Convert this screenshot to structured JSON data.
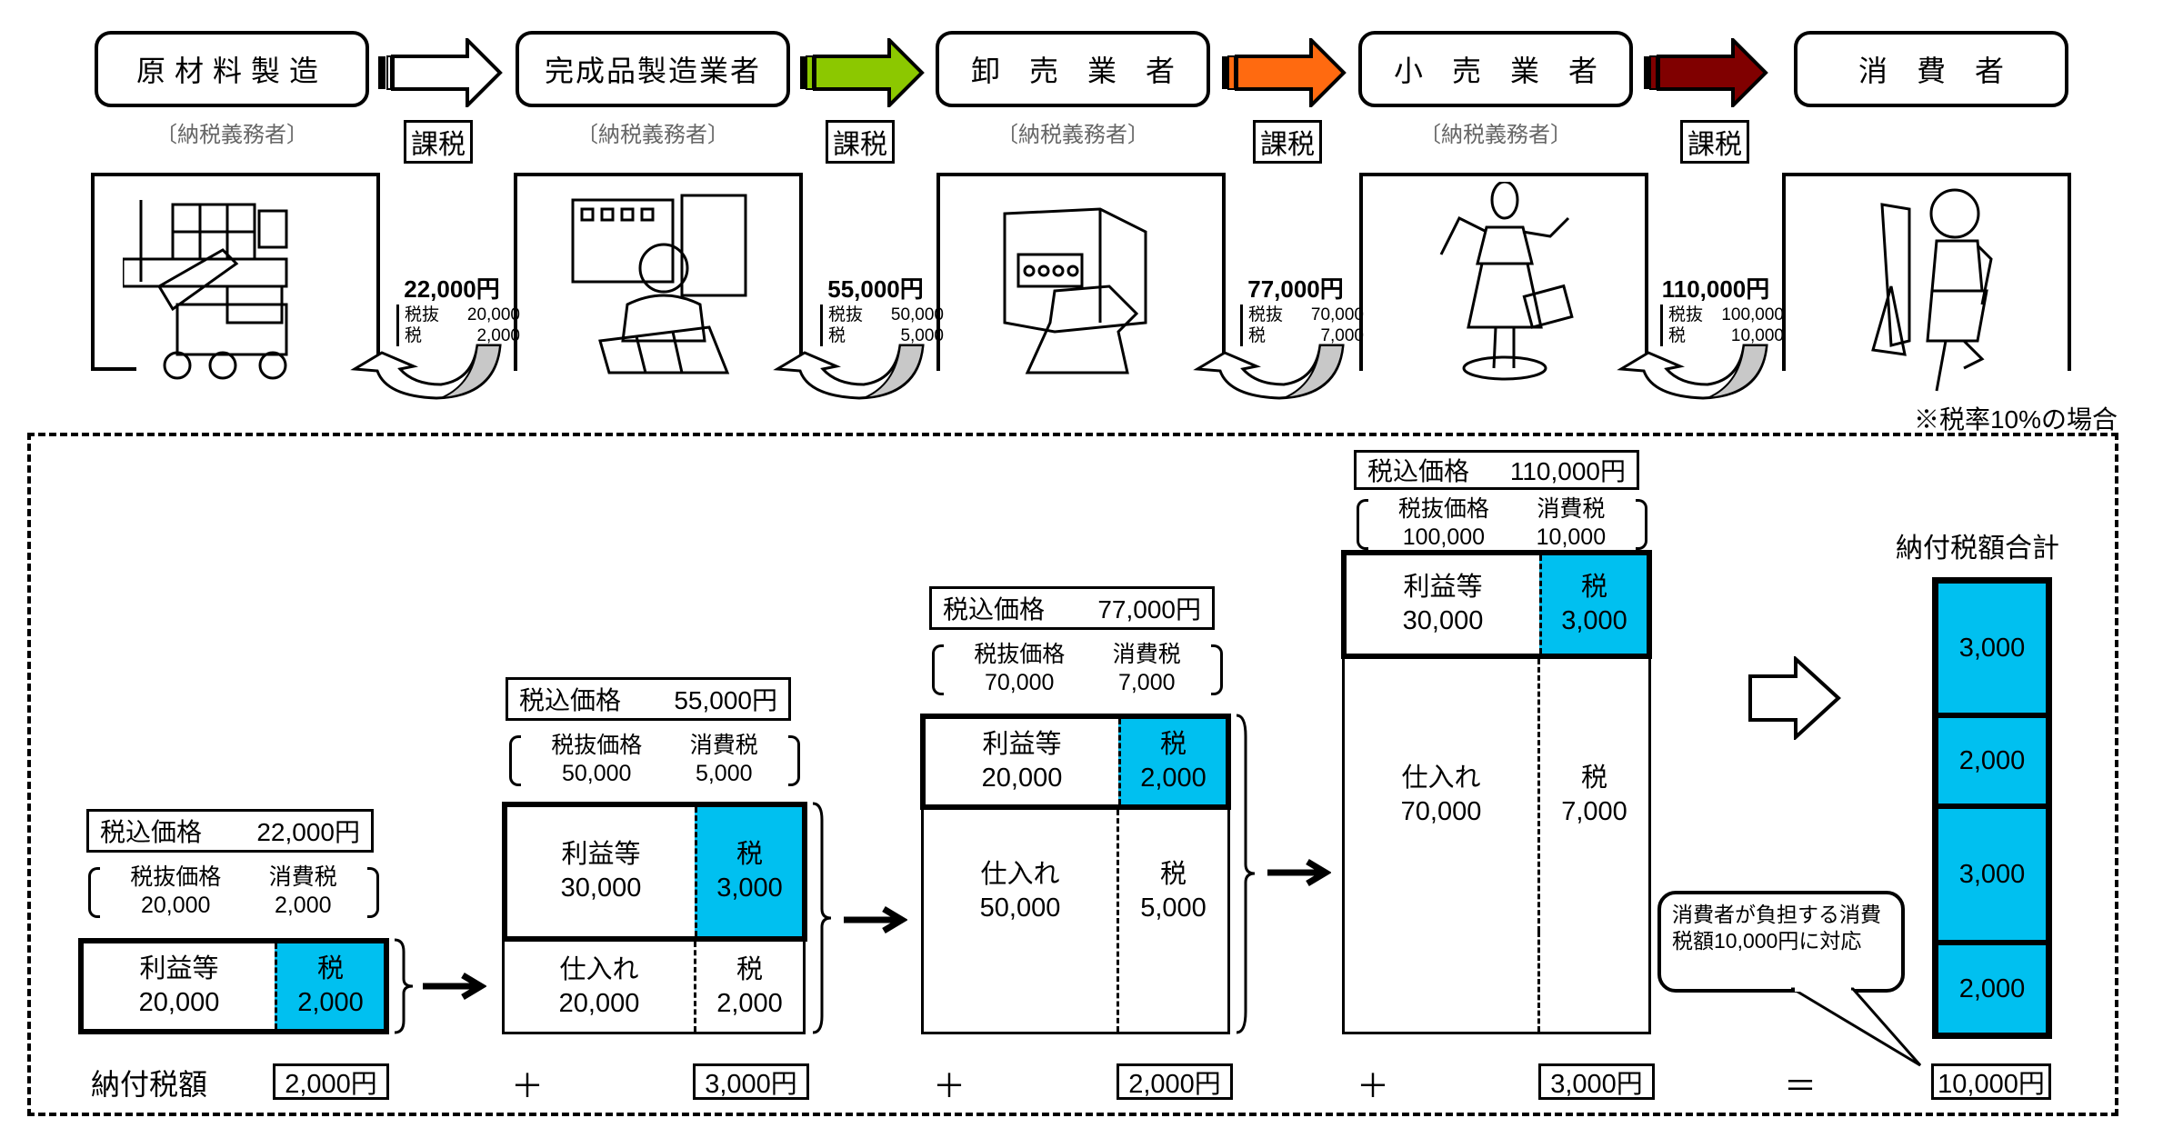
{
  "flow": {
    "stages": [
      {
        "name": "原材料製造",
        "duty": "〔納税義務者〕",
        "illustration": "truck-icon"
      },
      {
        "name": "完成品製造業者",
        "duty": "〔納税義務者〕",
        "illustration": "factory-worker-icon"
      },
      {
        "name": "卸　売　業　者",
        "duty": "〔納税義務者〕",
        "illustration": "wholesale-box-icon"
      },
      {
        "name": "小　売　業　者",
        "duty": "〔納税義務者〕",
        "illustration": "shopper-icon"
      },
      {
        "name": "消　費　者",
        "duty": "",
        "illustration": "consumer-mirror-icon"
      }
    ],
    "arrows": [
      {
        "label": "課税",
        "color": "#ffffff"
      },
      {
        "label": "課税",
        "color": "#8cc800"
      },
      {
        "label": "課税",
        "color": "#ff6a10"
      },
      {
        "label": "課税",
        "color": "#800000"
      }
    ],
    "payments": [
      {
        "total": "22,000円",
        "ex_label": "税抜",
        "ex_value": "20,000",
        "tax_label": "税",
        "tax_value": "2,000"
      },
      {
        "total": "55,000円",
        "ex_label": "税抜",
        "ex_value": "50,000",
        "tax_label": "税",
        "tax_value": "5,000"
      },
      {
        "total": "77,000円",
        "ex_label": "税抜",
        "ex_value": "70,000",
        "tax_label": "税",
        "tax_value": "7,000"
      },
      {
        "total": "110,000円",
        "ex_label": "税抜",
        "ex_value": "100,000",
        "tax_label": "税",
        "tax_value": "10,000"
      }
    ],
    "note": "※税率10%の場合"
  },
  "breakdown": {
    "price_label": "税込価格",
    "ex_label": "税抜価格",
    "tax_label": "消費税",
    "stages": [
      {
        "price": "22,000円",
        "ex": "20,000",
        "tax": "2,000",
        "profit_label": "利益等",
        "profit": "20,000",
        "profit_tax_label": "税",
        "profit_tax": "2,000",
        "purchase_label": "",
        "purchase": "",
        "purchase_tax_label": "",
        "purchase_tax": ""
      },
      {
        "price": "55,000円",
        "ex": "50,000",
        "tax": "5,000",
        "profit_label": "利益等",
        "profit": "30,000",
        "profit_tax_label": "税",
        "profit_tax": "3,000",
        "purchase_label": "仕入れ",
        "purchase": "20,000",
        "purchase_tax_label": "税",
        "purchase_tax": "2,000"
      },
      {
        "price": "77,000円",
        "ex": "70,000",
        "tax": "7,000",
        "profit_label": "利益等",
        "profit": "20,000",
        "profit_tax_label": "税",
        "profit_tax": "2,000",
        "purchase_label": "仕入れ",
        "purchase": "50,000",
        "purchase_tax_label": "税",
        "purchase_tax": "5,000"
      },
      {
        "price": "110,000円",
        "ex": "100,000",
        "tax": "10,000",
        "profit_label": "利益等",
        "profit": "30,000",
        "profit_tax_label": "税",
        "profit_tax": "3,000",
        "purchase_label": "仕入れ",
        "purchase": "70,000",
        "purchase_tax_label": "税",
        "purchase_tax": "7,000"
      }
    ],
    "payment_label": "納付税額",
    "payments": [
      "2,000円",
      "3,000円",
      "2,000円",
      "3,000円"
    ],
    "plus": "＋",
    "equals": "＝",
    "total_payment": "10,000円",
    "total_title": "納付税額合計",
    "total_segments": [
      "3,000",
      "2,000",
      "3,000",
      "2,000"
    ],
    "callout": "消費者が負担する消費税額10,000円に対応",
    "tax_color": "#00c0f0"
  }
}
